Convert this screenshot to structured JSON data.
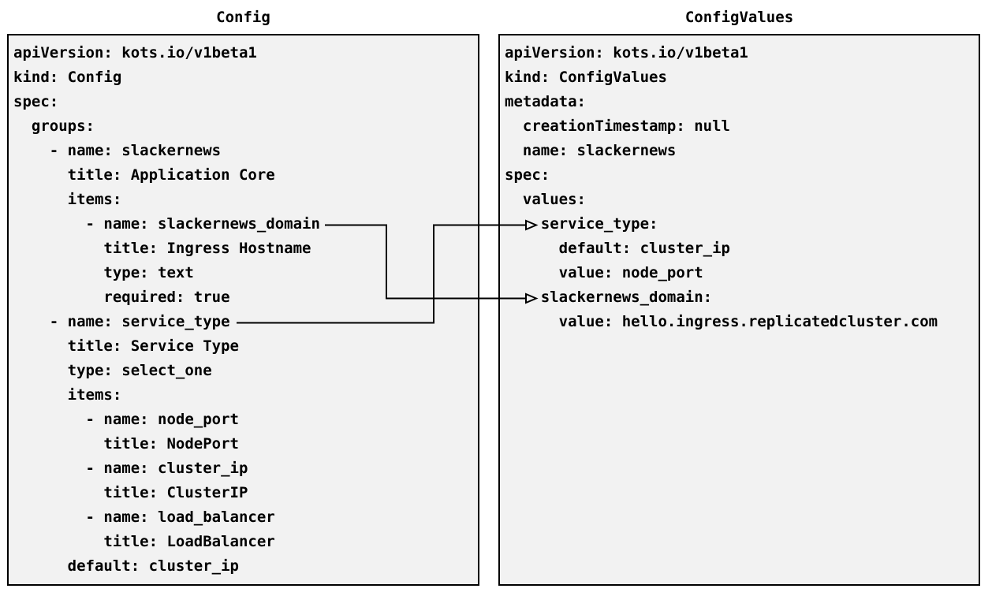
{
  "diagram": {
    "kind": "yaml-mapping-diagram",
    "colors": {
      "page_bg": "#ffffff",
      "panel_bg": "#f2f2f2",
      "panel_border": "#000000",
      "text": "#000000",
      "connector": "#000000"
    },
    "panels": [
      {
        "id": "config",
        "title": "Config",
        "yaml_lines": [
          "apiVersion: kots.io/v1beta1",
          "kind: Config",
          "spec:",
          "  groups:",
          "    - name: slackernews",
          "      title: Application Core",
          "      items:",
          "        - name: slackernews_domain",
          "          title: Ingress Hostname",
          "          type: text",
          "          required: true",
          "    - name: service_type",
          "      title: Service Type",
          "      type: select_one",
          "      items:",
          "        - name: node_port",
          "          title: NodePort",
          "        - name: cluster_ip",
          "          title: ClusterIP",
          "        - name: load_balancer",
          "          title: LoadBalancer",
          "      default: cluster_ip"
        ]
      },
      {
        "id": "configvalues",
        "title": "ConfigValues",
        "yaml_lines": [
          "apiVersion: kots.io/v1beta1",
          "kind: ConfigValues",
          "metadata:",
          "  creationTimestamp: null",
          "  name: slackernews",
          "spec:",
          "  values:",
          "    service_type:",
          "      default: cluster_ip",
          "      value: node_port",
          "    slackernews_domain:",
          "      value: hello.ingress.replicatedcluster.com"
        ]
      }
    ],
    "connectors": [
      {
        "from_panel": "Config",
        "from_label": "slackernews_domain",
        "to_panel": "ConfigValues",
        "to_label": "slackernews_domain",
        "style": "elbow-line-open-arrowhead"
      },
      {
        "from_panel": "Config",
        "from_label": "service_type",
        "to_panel": "ConfigValues",
        "to_label": "service_type",
        "style": "elbow-line-open-arrowhead"
      }
    ]
  }
}
